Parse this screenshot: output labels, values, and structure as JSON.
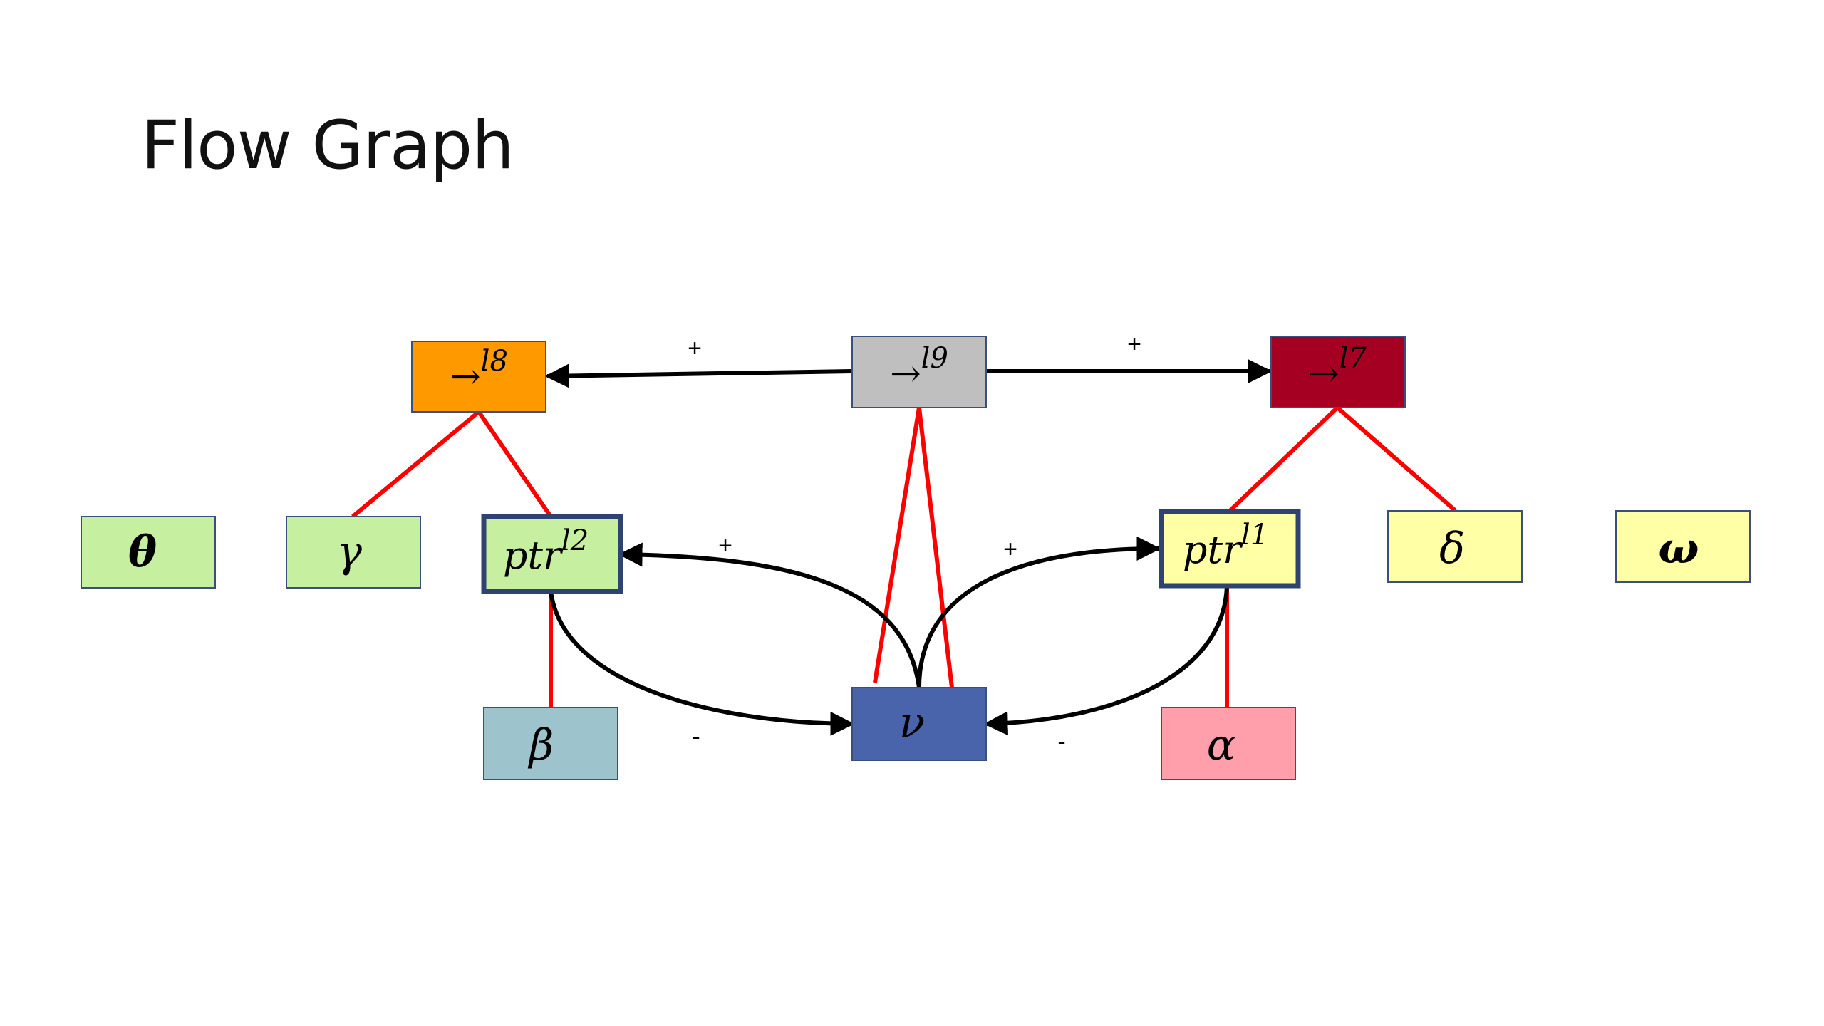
{
  "title": "Flow Graph",
  "colors": {
    "orange": "#FF9900",
    "gray": "#BFBFBF",
    "darkred": "#A50021",
    "green": "#C6EFA0",
    "yellow": "#FFFFA6",
    "teal": "#9DC3CC",
    "blue": "#4A64AC",
    "pink": "#FF9FAC",
    "border": "#3A4F7A",
    "red_edge": "#FF0000",
    "arrow": "#000000"
  },
  "nodes": {
    "l8": {
      "base": "→",
      "sup": "l8",
      "fill": "#FF9900"
    },
    "l9": {
      "base": "→",
      "sup": "l9",
      "fill": "#BFBFBF"
    },
    "l7": {
      "base": "→",
      "sup": "l7",
      "fill": "#A50021"
    },
    "theta": {
      "label": "θ",
      "fill": "#C6EFA0"
    },
    "gamma": {
      "label": "γ",
      "fill": "#C6EFA0"
    },
    "ptr_l2": {
      "base": "ptr",
      "sup": "l2",
      "fill": "#C6EFA0"
    },
    "ptr_l1": {
      "base": "ptr",
      "sup": "l1",
      "fill": "#FFFFA6"
    },
    "delta": {
      "label": "δ",
      "fill": "#FFFFA6"
    },
    "omega": {
      "label": "ω",
      "fill": "#FFFFA6"
    },
    "beta": {
      "label": "β",
      "fill": "#9DC3CC"
    },
    "nu": {
      "label": "ν",
      "fill": "#4A64AC"
    },
    "alpha": {
      "label": "α",
      "fill": "#FF9FAC"
    }
  },
  "edge_signs": {
    "l9_to_l8": "+",
    "l9_to_l7": "+",
    "nu_to_ptr_l2": "+",
    "nu_to_ptr_l1": "+",
    "ptr_l2_to_nu": "-",
    "ptr_l1_to_nu": "-"
  }
}
